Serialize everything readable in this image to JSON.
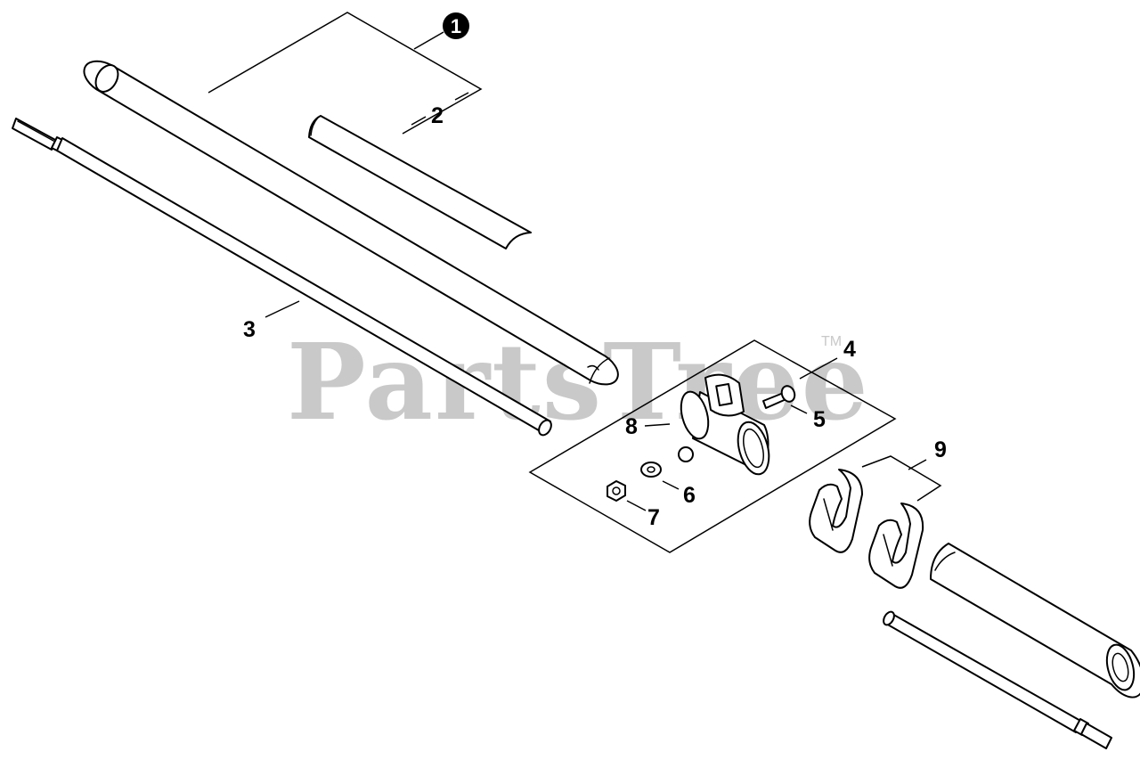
{
  "watermark": {
    "text": "PartsTree",
    "trademark": "TM"
  },
  "callouts": {
    "assembly": "1",
    "tube_cover": "2",
    "drive_shaft": "3",
    "bolt": "4",
    "washer_bolt": "5",
    "washer": "6",
    "nut": "7",
    "handle_bracket": "8",
    "clamp": "9"
  }
}
